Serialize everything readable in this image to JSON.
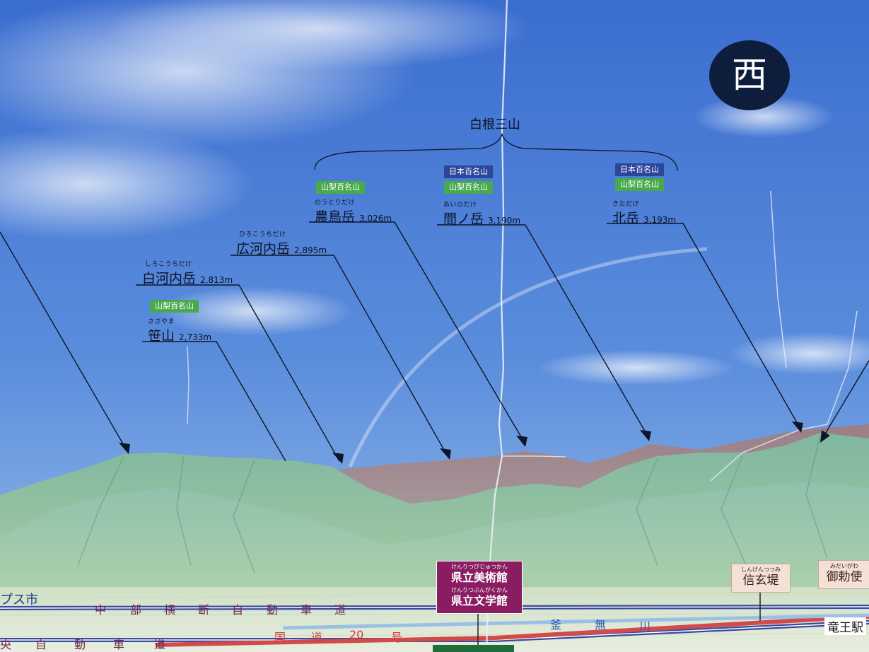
{
  "direction_badge": "西",
  "group": {
    "title": "白根三山"
  },
  "peaks": [
    {
      "id": "kitadake",
      "ruby": "きただけ",
      "name": "北岳",
      "elevation": "3,193m",
      "badges": [
        "日本百名山",
        "山梨百名山"
      ]
    },
    {
      "id": "ainodake",
      "ruby": "あいのだけ",
      "name": "間ノ岳",
      "elevation": "3,190m",
      "badges": [
        "日本百名山",
        "山梨百名山"
      ]
    },
    {
      "id": "notoridake",
      "ruby": "のうとりだけ",
      "name": "農鳥岳",
      "elevation": "3,026m",
      "badges": [
        "山梨百名山"
      ]
    },
    {
      "id": "hirokochidake",
      "ruby": "ひろこうちだけ",
      "name": "広河内岳",
      "elevation": "2,895m",
      "badges": []
    },
    {
      "id": "shirokochidake",
      "ruby": "しろこうちだけ",
      "name": "白河内岳",
      "elevation": "2,813m",
      "badges": []
    },
    {
      "id": "sasayama",
      "ruby": "ささやま",
      "name": "笹山",
      "elevation": "2,733m",
      "badges": [
        "山梨百名山"
      ]
    }
  ],
  "facility": {
    "museum_ruby": "けんりつびじゅつかん",
    "museum_name": "県立美術館",
    "literature_ruby": "けんりつぶんがくかん",
    "literature_name": "県立文学館"
  },
  "landmarks": [
    {
      "ruby": "しんげんつつみ",
      "name": "信玄堤"
    },
    {
      "ruby": "みだいがわ",
      "name": "御勅使"
    }
  ],
  "roads": {
    "chubu_chars": [
      "中",
      "部",
      "横",
      "断",
      "自",
      "動",
      "車",
      "道"
    ],
    "chuo_chars": [
      "央",
      "自",
      "動",
      "車",
      "道"
    ],
    "route20_chars": [
      "国",
      "道",
      "20",
      "号"
    ]
  },
  "river_chars": [
    "釜",
    "無",
    "川"
  ],
  "city": "プス市",
  "station": "竜王駅",
  "colors": {
    "sky_top": "#3c6fd2",
    "sky_bottom": "#8fb7e8",
    "badge_green": "#49a94d",
    "badge_blue": "#2b469a",
    "facility": "#8a1d62",
    "west_badge": "#0f1d3c",
    "road_purple": "#6a2a58",
    "road_red": "#d24b4b"
  }
}
